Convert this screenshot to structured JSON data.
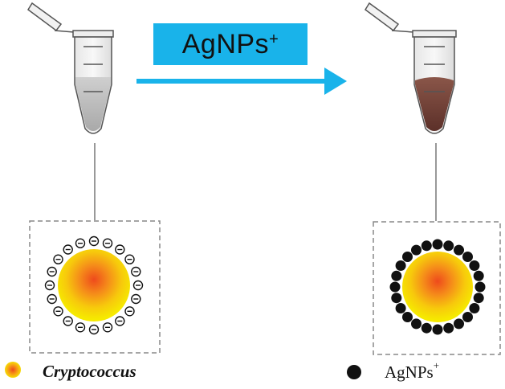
{
  "arrow_label": {
    "text": "AgNPs",
    "superscript": "+"
  },
  "charge_symbol": "⊖",
  "legend": {
    "cryptococcus": "Cryptococcus",
    "agnps": {
      "text": "AgNPs",
      "superscript": "+"
    }
  },
  "colors": {
    "label_box": "#19b3ea",
    "arrow": "#19b3ea",
    "tube_liquid_before": "#bdbdbd",
    "tube_liquid_after": "#7a4a40",
    "cell_core": "#f0511f",
    "cell_edge": "#f5e600",
    "nanoparticle": "#111111"
  },
  "icons": [
    "tube-icon",
    "cryptococcus-cell-icon",
    "nanoparticle-dot-icon"
  ]
}
